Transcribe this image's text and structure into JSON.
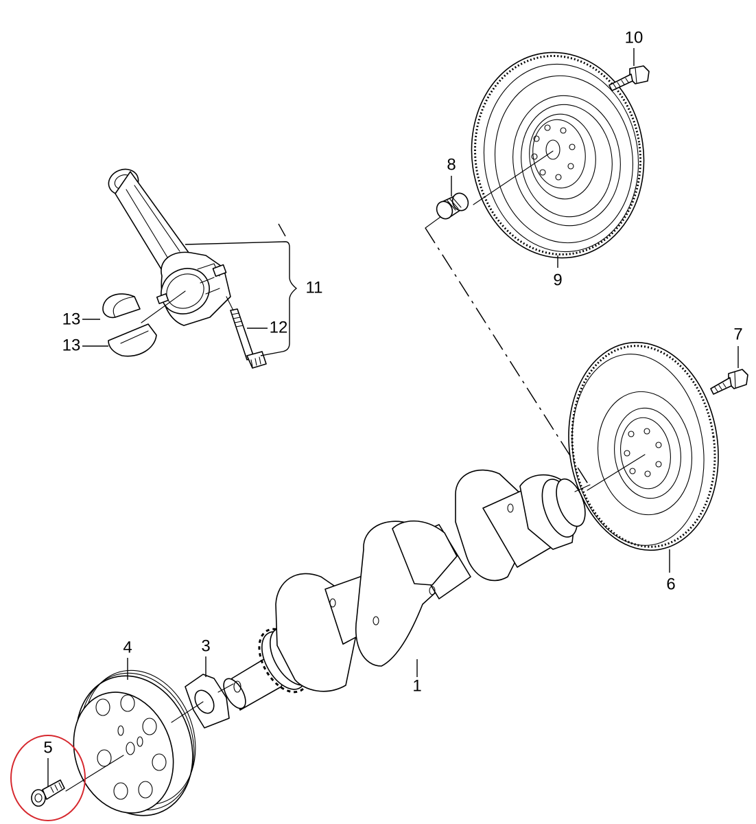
{
  "callouts": {
    "c1": "1",
    "c3": "3",
    "c4": "4",
    "c5": "5",
    "c6": "6",
    "c7": "7",
    "c8": "8",
    "c9": "9",
    "c10": "10",
    "c11": "11",
    "c12": "12",
    "c13a": "13",
    "c13b": "13"
  },
  "highlight": {
    "target": "5",
    "color": "#d6282e"
  }
}
